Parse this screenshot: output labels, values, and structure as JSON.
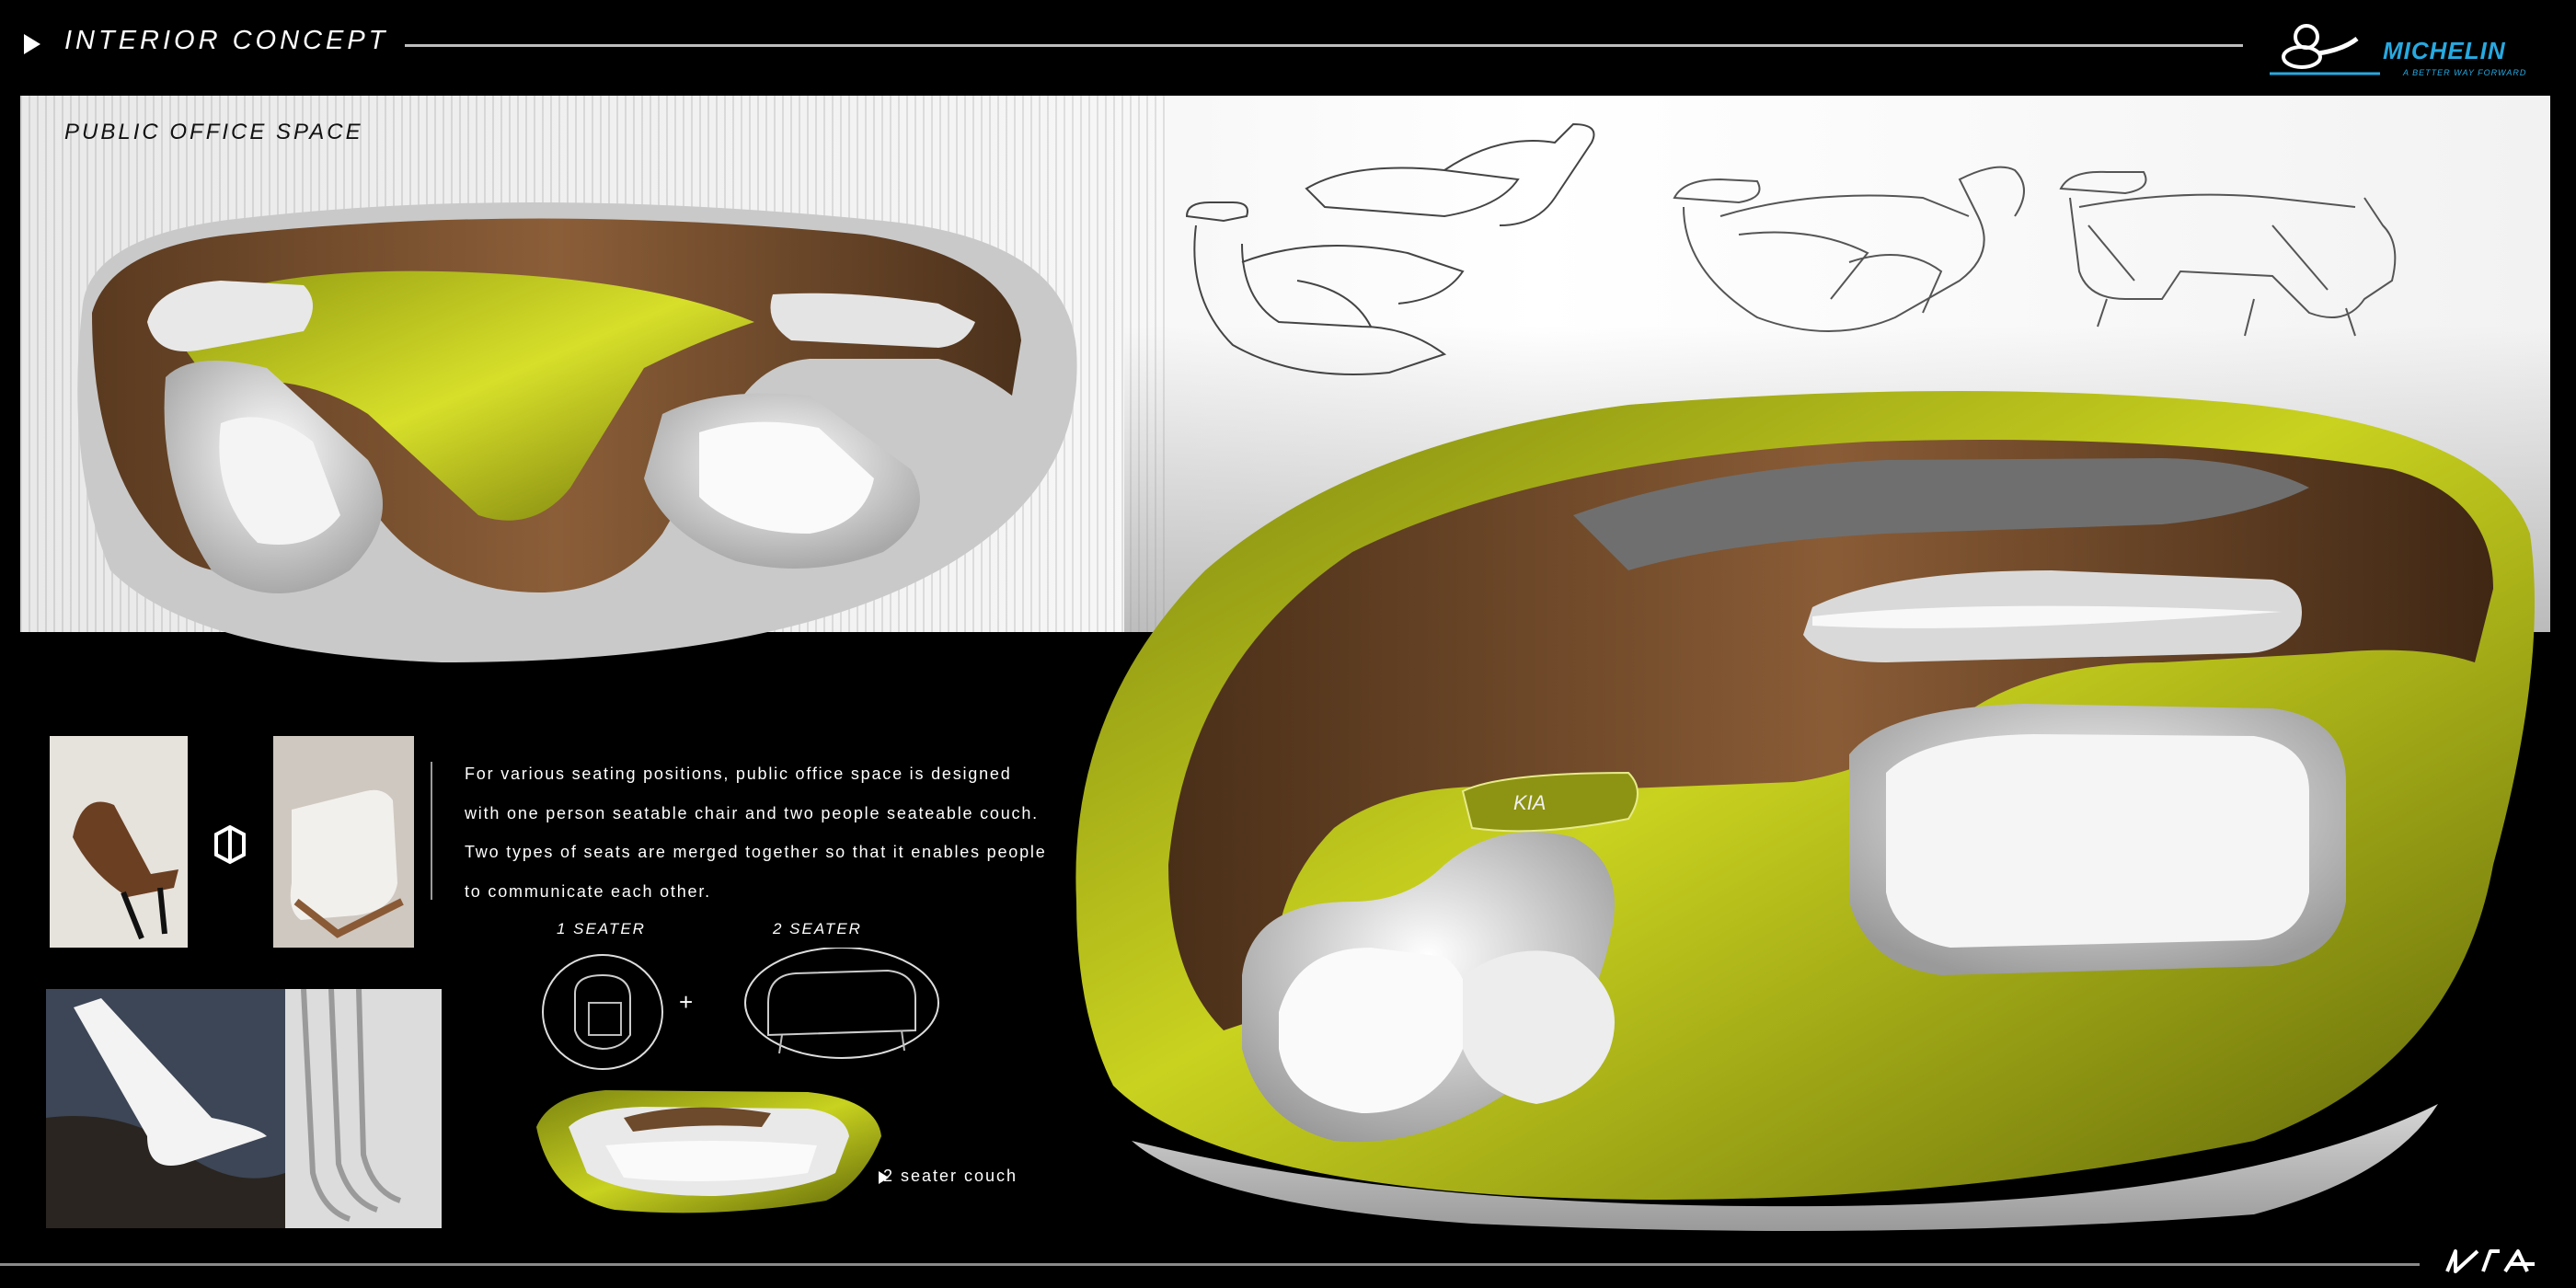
{
  "header": {
    "title": "INTERIOR CONCEPT",
    "brand_word": "MICHELIN",
    "brand_tagline": "A BETTER WAY FORWARD"
  },
  "main": {
    "section_title": "PUBLIC OFFICE SPACE",
    "description": "For various seating positions, public office space is designed with one person seatable chair and two people seateable couch. Two types of seats are merged together so that it enables people to communicate each other.",
    "seat_labels": [
      "1 SEATER",
      "2 SEATER"
    ],
    "plus_sign": "+",
    "caption": "2 seater couch"
  },
  "footer": {
    "brand_logo": "kia-logo"
  },
  "colors": {
    "background": "#000000",
    "accent_lime": "#c8d21a",
    "wood": "#7a4e2c",
    "michelin_blue": "#27a9e1"
  }
}
